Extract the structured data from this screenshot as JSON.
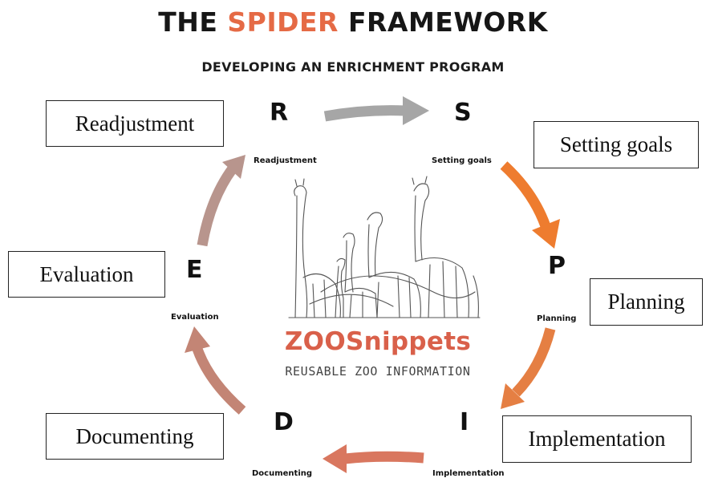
{
  "header": {
    "title_pre": "THE ",
    "title_accent": "SPIDER",
    "title_post": " FRAMEWORK",
    "subtitle": "DEVELOPING AN ENRICHMENT PROGRAM"
  },
  "steps": [
    {
      "letter": "S",
      "label": "Setting goals",
      "box": "Setting goals"
    },
    {
      "letter": "P",
      "label": "Planning",
      "box": "Planning"
    },
    {
      "letter": "I",
      "label": "Implementation",
      "box": "Implementation"
    },
    {
      "letter": "D",
      "label": "Documenting",
      "box": "Documenting"
    },
    {
      "letter": "E",
      "label": "Evaluation",
      "box": "Evaluation"
    },
    {
      "letter": "R",
      "label": "Readjustment",
      "box": "Readjustment"
    }
  ],
  "logo": {
    "name": "ZOOSnippets",
    "tagline": "Reusable Zoo Information"
  },
  "colors": {
    "title_accent": "#e56a45",
    "arrow_r_to_s": "#a6a6a6",
    "arrow_s_to_p": "#ee7c2f",
    "arrow_p_to_i": "#e57f43",
    "arrow_i_to_d": "#d9775f",
    "arrow_d_to_e": "#c38575",
    "arrow_e_to_r": "#b8958d"
  }
}
